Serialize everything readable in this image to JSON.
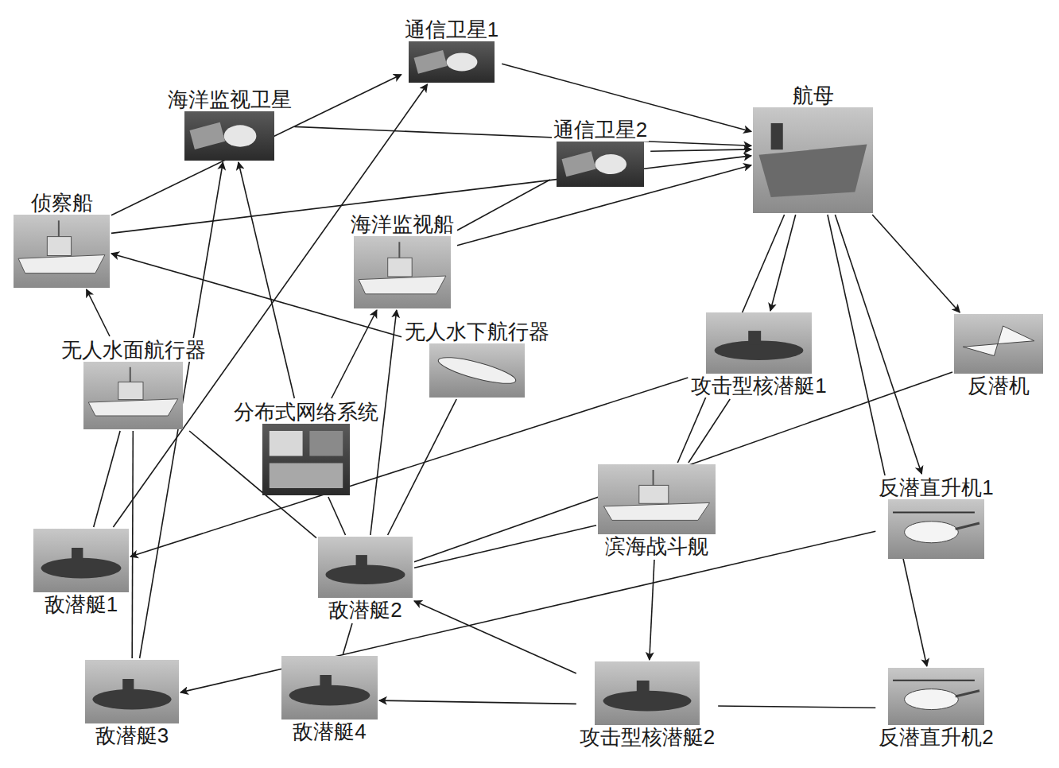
{
  "diagram": {
    "nodes": [
      {
        "text": [
          "通信卫星1"
        ]
      },
      {
        "text": [
          "海洋监视卫星"
        ]
      },
      {
        "text": [
          "航母"
        ]
      },
      {
        "text": [
          "通信卫星2"
        ]
      },
      {
        "text": [
          "侦察船"
        ]
      },
      {
        "text": [
          "海洋监视船"
        ]
      },
      {
        "text": [
          "无人水下航行器"
        ]
      },
      {
        "text": [
          "无人水面航行器"
        ]
      },
      {
        "text": [
          "攻击型核潜艇1"
        ]
      },
      {
        "text": [
          "反潜机"
        ]
      },
      {
        "text": [
          "分布式网络系统"
        ]
      },
      {
        "text": [
          "滨海战斗舰"
        ]
      },
      {
        "text": [
          "反潜直升机1"
        ]
      },
      {
        "text": [
          "敌潜艇1"
        ]
      },
      {
        "text": [
          "敌潜艇2"
        ]
      },
      {
        "text": [
          "敌潜艇3"
        ]
      },
      {
        "text": [
          "敌潜艇4"
        ]
      },
      {
        "text": [
          "攻击型核潜艇2"
        ]
      },
      {
        "text": [
          "反潜直升机2"
        ]
      }
    ],
    "edges": [
      {
        "from": 4,
        "to": 0,
        "arrow": "to"
      },
      {
        "from": 0,
        "to": 2,
        "arrow": "to"
      },
      {
        "from": 1,
        "to": 2,
        "arrow": "to"
      },
      {
        "from": 3,
        "to": 2,
        "arrow": "to"
      },
      {
        "from": 4,
        "to": 2,
        "arrow": "to"
      },
      {
        "from": 5,
        "to": 2,
        "arrow": "to"
      },
      {
        "from": 5,
        "to": 3,
        "arrow": "none"
      },
      {
        "from": 7,
        "to": 4,
        "arrow": "to"
      },
      {
        "from": 6,
        "to": 4,
        "arrow": "to"
      },
      {
        "from": 7,
        "to": 13,
        "arrow": "none"
      },
      {
        "from": 7,
        "to": 15,
        "arrow": "none"
      },
      {
        "from": 7,
        "to": 14,
        "arrow": "none"
      },
      {
        "from": 15,
        "to": 1,
        "arrow": "to"
      },
      {
        "from": 10,
        "to": 1,
        "arrow": "to"
      },
      {
        "from": 13,
        "to": 0,
        "arrow": "to"
      },
      {
        "from": 10,
        "to": 5,
        "arrow": "to"
      },
      {
        "from": 14,
        "to": 5,
        "arrow": "to"
      },
      {
        "from": 6,
        "to": 14,
        "arrow": "none"
      },
      {
        "from": 10,
        "to": 14,
        "arrow": "none"
      },
      {
        "from": 2,
        "to": 8,
        "arrow": "to"
      },
      {
        "from": 2,
        "to": 9,
        "arrow": "to"
      },
      {
        "from": 2,
        "to": 12,
        "arrow": "to"
      },
      {
        "from": 2,
        "to": 18,
        "arrow": "to"
      },
      {
        "from": 2,
        "to": 11,
        "arrow": "none"
      },
      {
        "from": 8,
        "to": 13,
        "arrow": "to"
      },
      {
        "from": 9,
        "to": 14,
        "arrow": "none"
      },
      {
        "from": 8,
        "to": 11,
        "arrow": "none"
      },
      {
        "from": 11,
        "to": 17,
        "arrow": "to"
      },
      {
        "from": 11,
        "to": 14,
        "arrow": "none"
      },
      {
        "from": 12,
        "to": 15,
        "arrow": "to"
      },
      {
        "from": 17,
        "to": 16,
        "arrow": "to"
      },
      {
        "from": 17,
        "to": 14,
        "arrow": "to"
      },
      {
        "from": 17,
        "to": 18,
        "arrow": "none"
      },
      {
        "from": 16,
        "to": 14,
        "arrow": "none"
      }
    ]
  }
}
